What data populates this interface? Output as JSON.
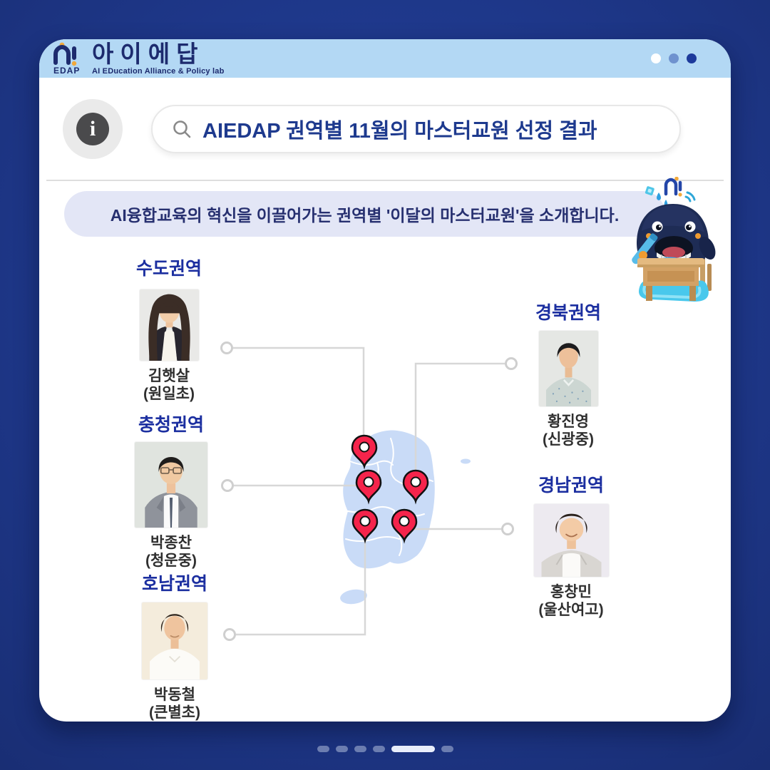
{
  "header": {
    "logo_mark_top": "∩!",
    "logo_mark_bottom": "EDAP",
    "logo_title": "아이에답",
    "logo_subtitle": "AI EDucation Alliance & Policy lab"
  },
  "search": {
    "query": "AIEDAP 권역별 11월의 마스터교원 선정 결과",
    "info_glyph": "i"
  },
  "banner": {
    "text": "AI융합교육의 혁신을 이끌어가는 권역별 '이달의 마스터교원'을 소개합니다."
  },
  "regions": [
    {
      "id": "sudo",
      "label": "수도권역",
      "name": "김햇살",
      "school": "(원일초)"
    },
    {
      "id": "chungcheong",
      "label": "충청권역",
      "name": "박종찬",
      "school": "(청운중)"
    },
    {
      "id": "honam",
      "label": "호남권역",
      "name": "박동철",
      "school": "(큰별초)"
    },
    {
      "id": "gyeongbuk",
      "label": "경북권역",
      "name": "황진영",
      "school": "(신광중)"
    },
    {
      "id": "gyeongnam",
      "label": "경남권역",
      "name": "홍창민",
      "school": "(울산여고)"
    }
  ],
  "map": {
    "country": "South Korea",
    "pin_count": 5,
    "pin_color": "#f5244b",
    "map_fill": "#c9dbf7"
  },
  "pagination": {
    "total": 6,
    "active_index": 5
  },
  "colors": {
    "background": "#1e3789",
    "titlebar": "#b3d8f4",
    "banner_bg": "#e3e6f6",
    "region_title": "#1c2fa0",
    "search_text": "#1e3a8e"
  }
}
